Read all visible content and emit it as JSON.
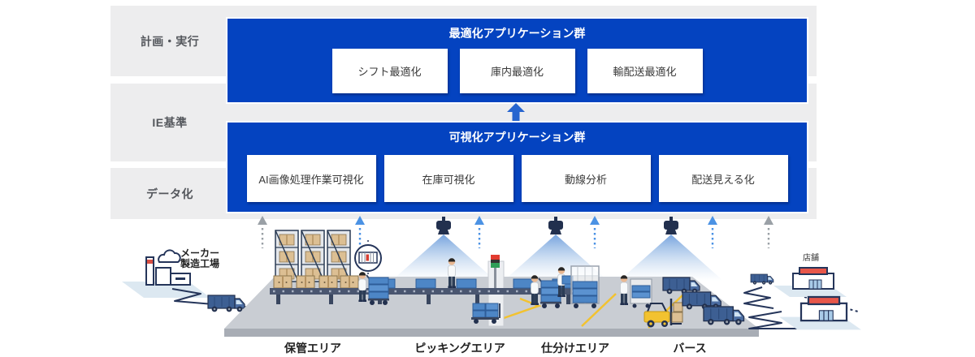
{
  "bands": [
    {
      "label": "計画・実行"
    },
    {
      "label": "IE基準"
    },
    {
      "label": "データ化"
    }
  ],
  "optimization_panel": {
    "title": "最適化アプリケーション群",
    "apps": [
      {
        "label": "シフト最適化"
      },
      {
        "label": "庫内最適化"
      },
      {
        "label": "輸配送最適化"
      }
    ]
  },
  "visualization_panel": {
    "title": "可視化アプリケーション群",
    "apps": [
      {
        "label": "AI画像処理作業可視化"
      },
      {
        "label": "在庫可視化"
      },
      {
        "label": "動線分析"
      },
      {
        "label": "配送見える化"
      }
    ]
  },
  "illustration": {
    "factory_label_line1": "メーカー",
    "factory_label_line2": "製造工場",
    "store_label": "店舗",
    "areas": [
      {
        "label": "保管エリア"
      },
      {
        "label": "ピッキングエリア"
      },
      {
        "label": "仕分けエリア"
      },
      {
        "label": "バース"
      }
    ]
  },
  "colors": {
    "panel_blue": "#0443c0",
    "band_gray": "#ededee",
    "flow_arrow_blue": "#2765cf",
    "dashed_arrow_blue": "#4b92e4",
    "dashed_arrow_gray": "#9aa0a6",
    "store_roof_red": "#e8574a",
    "forklift_yellow": "#f2c230",
    "bin_blue": "#4d86c6",
    "box_tan": "#dcbf93"
  }
}
